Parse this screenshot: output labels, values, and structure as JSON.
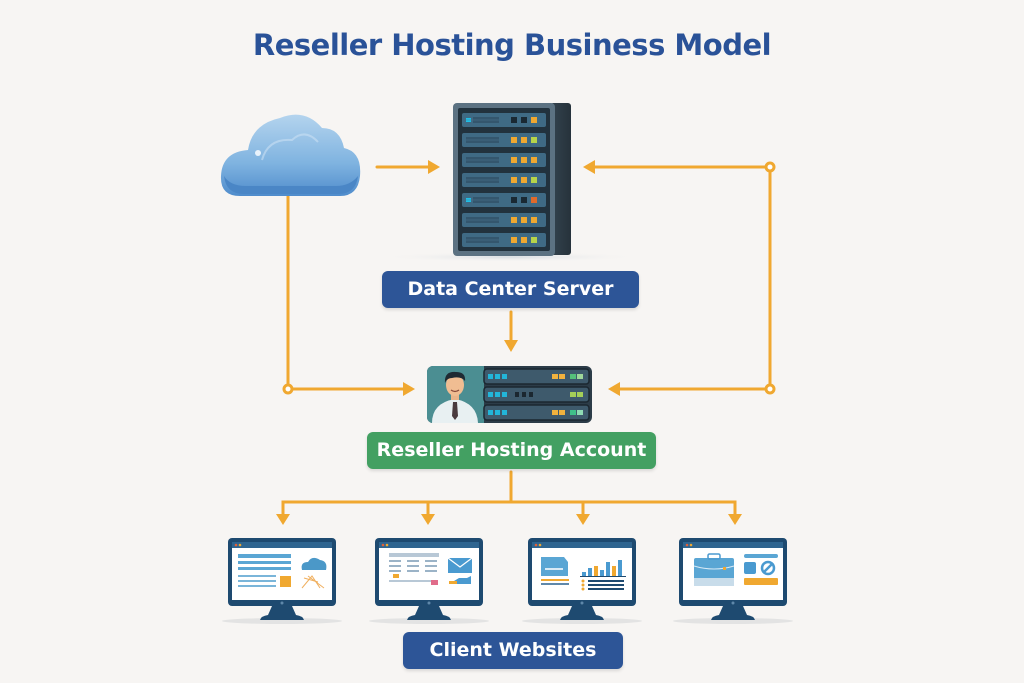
{
  "title": "Reseller Hosting Business Model",
  "colors": {
    "title": "#2a5298",
    "connector": "#f0a830",
    "label_blue": "#2d5597",
    "label_green": "#43a062",
    "background": "#f7f5f3",
    "cloud": "#6aa6d8",
    "server_body": "#3c4f60",
    "monitor_frame": "#1e4a70"
  },
  "nodes": {
    "cloud": {
      "label": "",
      "icon": "cloud-icon"
    },
    "data_center": {
      "label": "Data Center Server",
      "icon": "server-rack-icon"
    },
    "reseller": {
      "label": "Reseller Hosting Account",
      "icon": "reseller-person-server-icon"
    },
    "clients": {
      "label": "Client Websites",
      "monitors": [
        {
          "icon": "website-monitor-cloud-icon"
        },
        {
          "icon": "website-monitor-mail-icon"
        },
        {
          "icon": "website-monitor-analytics-icon"
        },
        {
          "icon": "website-monitor-business-icon"
        }
      ]
    }
  },
  "edges": [
    {
      "from": "cloud",
      "to": "data_center"
    },
    {
      "from": "cloud",
      "to": "reseller"
    },
    {
      "from": "data_center",
      "to": "reseller"
    },
    {
      "from": "right-loop",
      "to": "data_center"
    },
    {
      "from": "right-loop",
      "to": "reseller"
    },
    {
      "from": "reseller",
      "to": "client-1"
    },
    {
      "from": "reseller",
      "to": "client-2"
    },
    {
      "from": "reseller",
      "to": "client-3"
    },
    {
      "from": "reseller",
      "to": "client-4"
    }
  ]
}
